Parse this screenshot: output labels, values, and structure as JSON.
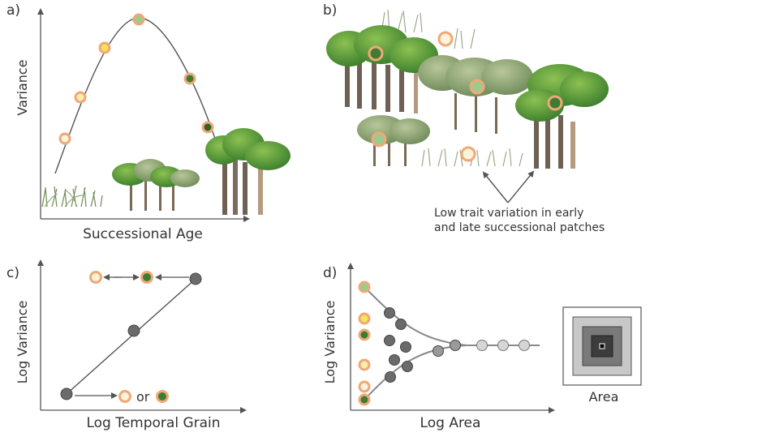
{
  "panels": {
    "a": {
      "label": "a)",
      "xlabel": "Successional Age",
      "ylabel": "Variance"
    },
    "b": {
      "label": "b)",
      "annotation_line1": "Low trait variation in early",
      "annotation_line2": "and late successional patches"
    },
    "c": {
      "label": "c)",
      "xlabel": "Log Temporal Grain",
      "ylabel": "Log Variance",
      "or_text": "or"
    },
    "d": {
      "label": "d)",
      "xlabel": "Log Area",
      "ylabel": "Log Variance",
      "inset_label": "Area"
    }
  },
  "colors": {
    "ring": "#efa878",
    "fill_pale": "#fdf3da",
    "fill_yellow": "#f6e35a",
    "fill_light_green": "#9ccb8e",
    "fill_dark_green": "#3e7c31",
    "grey_dark": "#6b6b6b",
    "grey_mid": "#9a9a9a",
    "grey_light": "#d6d6d6",
    "line": "#555555"
  }
}
